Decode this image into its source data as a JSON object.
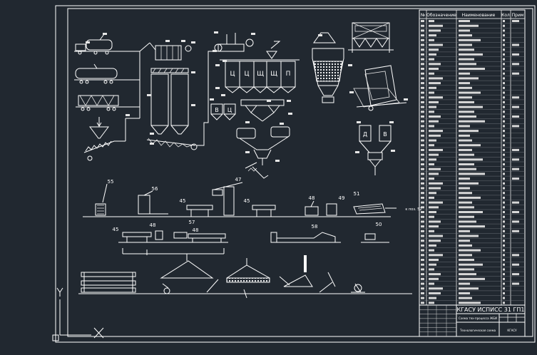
{
  "drawing": {
    "title_block": {
      "code": "КГАСУ ИСПИСС 31 ГП1",
      "sheet_caption": "Схема тех-процесса ЖБИ",
      "footer_left": "Технологическая схема",
      "footer_right": "КГАСУ"
    },
    "spec_table": {
      "headers": [
        "№",
        "Обозначение",
        "Наименование",
        "Кол",
        "Прим"
      ]
    },
    "process": {
      "silo_labels": [
        "Ц",
        "Ц",
        "Щ",
        "Щ",
        "П"
      ],
      "dosing_labels": [
        "В",
        "Ц"
      ],
      "mixer_labels": [
        "Д",
        "В"
      ],
      "station_numbers": [
        "55",
        "56",
        "45",
        "47",
        "45",
        "48",
        "51",
        "49",
        "48",
        "57",
        "48",
        "58",
        "50"
      ],
      "continuation_note": "к поз. 52"
    }
  }
}
